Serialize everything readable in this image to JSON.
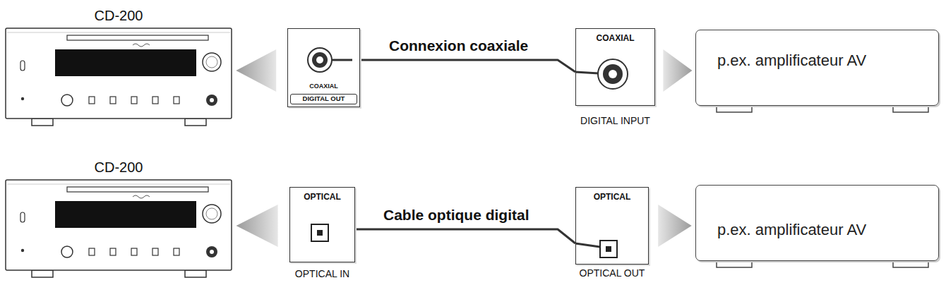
{
  "diagram": {
    "nodes": [
      {
        "text": [
          "CD-200"
        ]
      },
      {
        "text": [
          "COAXIAL",
          "DIGITAL OUT"
        ]
      },
      {
        "text": [
          "COAXIAL",
          "DIGITAL INPUT"
        ]
      },
      {
        "text": [
          "p.ex. amplificateur AV"
        ]
      },
      {
        "text": [
          "CD-200"
        ]
      },
      {
        "text": [
          "OPTICAL",
          "OPTICAL IN"
        ]
      },
      {
        "text": [
          "OPTICAL",
          "OPTICAL OUT"
        ]
      },
      {
        "text": [
          "p.ex. amplificateur AV"
        ]
      }
    ],
    "edges": [
      {
        "from": 1,
        "to": 0,
        "arrow": "to"
      },
      {
        "from": 1,
        "to": 2,
        "label": "Connexion coaxiale",
        "arrow": "none"
      },
      {
        "from": 2,
        "to": 3,
        "arrow": "to"
      },
      {
        "from": 5,
        "to": 4,
        "arrow": "to"
      },
      {
        "from": 5,
        "to": 6,
        "label": "Cable optique digital",
        "arrow": "none"
      },
      {
        "from": 6,
        "to": 7,
        "arrow": "to"
      }
    ]
  }
}
